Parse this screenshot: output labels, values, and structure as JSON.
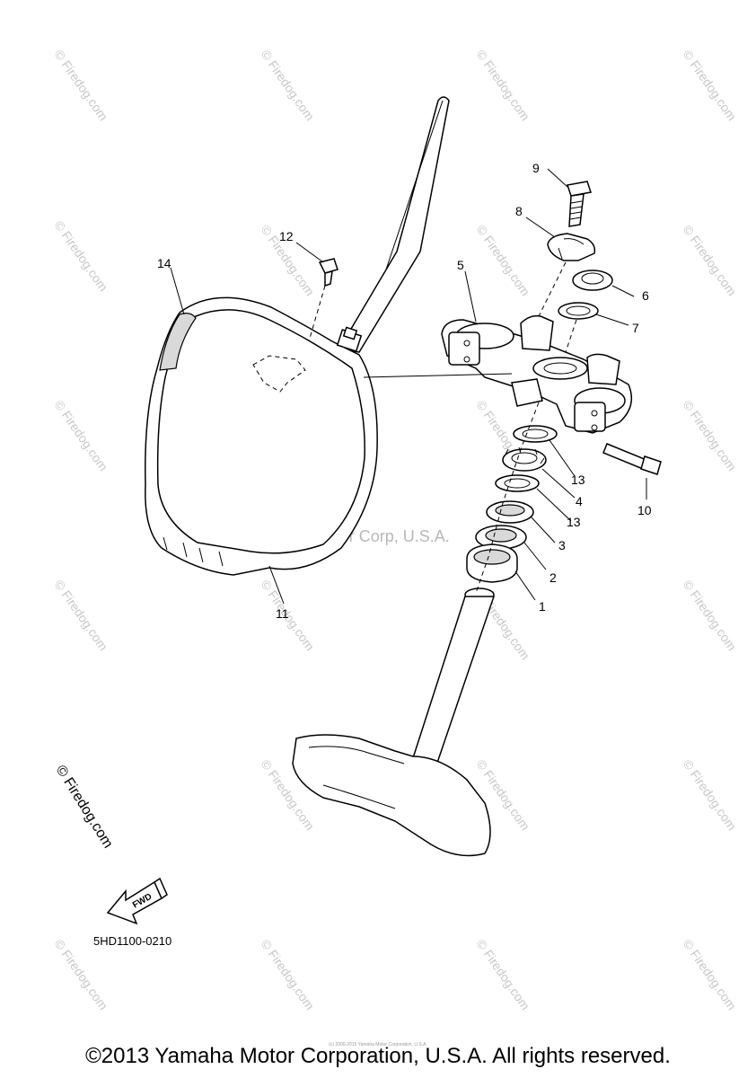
{
  "diagram": {
    "part_numbers": [
      "1",
      "2",
      "3",
      "4",
      "5",
      "6",
      "7",
      "8",
      "9",
      "10",
      "11",
      "12",
      "13",
      "13",
      "14"
    ],
    "center_watermark": "Yamaha Motor Corp, U.S.A.",
    "side_watermark": "© Firedog.com",
    "tile_watermark": "© Firedog.com",
    "fwd_label": "FWD",
    "diagram_code": "5HD1100-0210"
  },
  "footer": {
    "copyright": "©2013 Yamaha Motor Corporation, U.S.A. All rights reserved.",
    "small_note": "(c) 2000-2015 Yamaha Motor Corporation, U.S.A."
  }
}
